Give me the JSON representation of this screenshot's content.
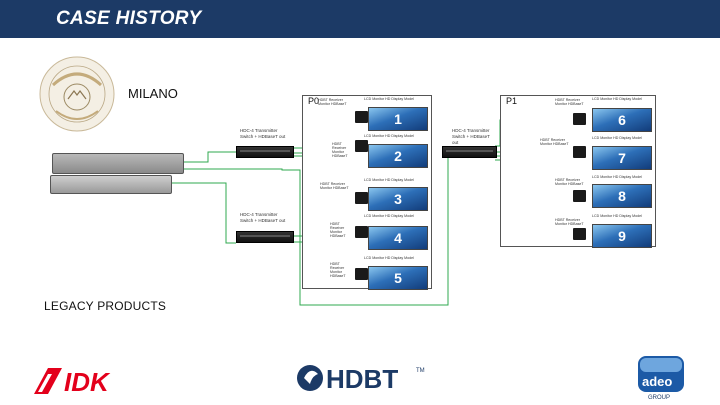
{
  "header": {
    "title": "CASE HISTORY"
  },
  "city": "MILANO",
  "legacy": "LEGACY PRODUCTS",
  "floors": {
    "p0": "P0",
    "p1": "P1"
  },
  "tx_note": "HDC-4 Transmitter Switch + HDBaseT out",
  "receiver_label": "HDBT Receiver Monitor HDBaseT",
  "screen_label": "LCD Monitor HD Display Model",
  "screens": [
    "1",
    "2",
    "3",
    "4",
    "5",
    "6",
    "7",
    "8",
    "9"
  ],
  "logos": {
    "idk": "IDK",
    "hdbt": "HDBT",
    "hdbt_tm": "TM",
    "adeo": "adeo",
    "group": "GROUP"
  },
  "colors": {
    "header": "#1c3a66",
    "wire": "#2fa84f",
    "screen": "#2d6fb8"
  }
}
